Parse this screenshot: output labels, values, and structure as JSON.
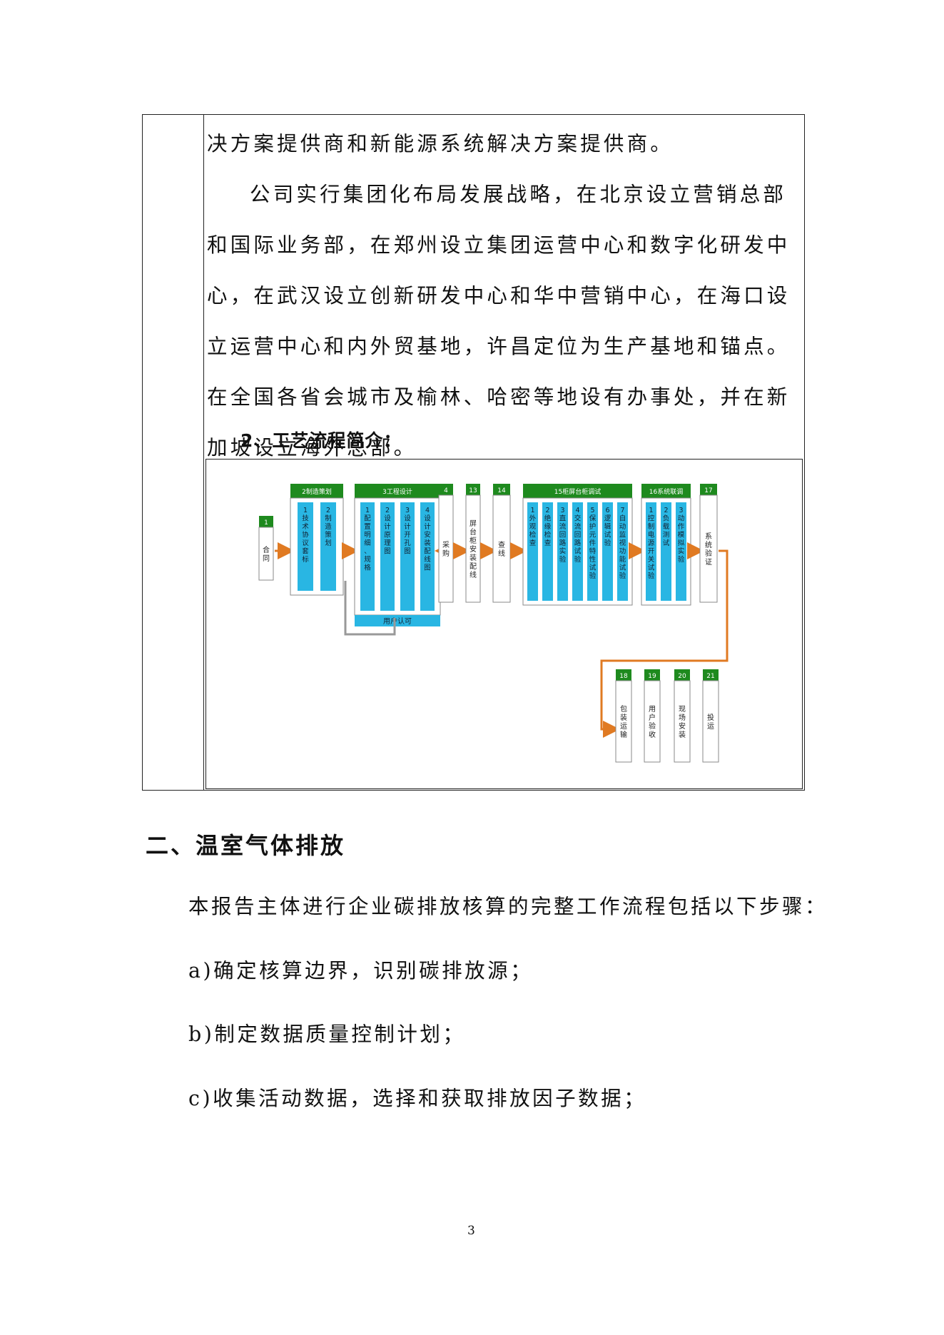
{
  "intro_table": {
    "continuation_line": "决方案提供商和新能源系统解决方案提供商。",
    "paragraph": "公司实行集团化布局发展战略，在北京设立营销总部和国际业务部，在郑州设立集团运营中心和数字化研发中心，在武汉设立创新研发中心和华中营销中心，在海口设立运营中心和内外贸基地，许昌定位为生产基地和锚点。在全国各省会城市及榆林、哈密等地设有办事处，并在新加坡设立海外总部。",
    "subheading": "2、工艺流程简介："
  },
  "flow": {
    "groups": [
      {
        "label": "2制造策划",
        "items": [
          "1技术协议套标",
          "2制造策划"
        ]
      },
      {
        "label": "3工程设计",
        "items": [
          "1配置明细、规格",
          "2设计原理图",
          "3设计开孔图",
          "4设计安装配线图"
        ],
        "footer": "用户认可"
      },
      {
        "label": "15柜屏台柜调试",
        "items": [
          "1外观检查",
          "2绝缘检查",
          "3直流回路实验",
          "4交流回路试验",
          "5保护元件特性试验",
          "6逻辑试验",
          "7自动监视功能试验"
        ]
      },
      {
        "label": "16系统联调",
        "items": [
          "1控制电源开关试验",
          "2负载测试",
          "3动作模拟实验"
        ]
      }
    ],
    "singles": [
      {
        "num": "1",
        "label": "合同"
      },
      {
        "num": "4",
        "label": "采购"
      },
      {
        "num": "13",
        "label": "屏台柜安装配线"
      },
      {
        "num": "14",
        "label": "查线"
      },
      {
        "num": "17",
        "label": "系统验证"
      },
      {
        "num": "18",
        "label": "包装运输"
      },
      {
        "num": "19",
        "label": "用户验收"
      },
      {
        "num": "20",
        "label": "现场安装"
      },
      {
        "num": "21",
        "label": "投运"
      }
    ],
    "colors": {
      "header": "#1e8a1e",
      "cell": "#29b6e3",
      "arrow": "#e07a22",
      "box_border": "#8a8a8a"
    }
  },
  "section": {
    "heading": "二、温室气体排放",
    "intro": "本报告主体进行企业碳排放核算的完整工作流程包括以下步骤：",
    "steps": [
      "a)确定核算边界，识别碳排放源；",
      "b)制定数据质量控制计划；",
      "c)收集活动数据，选择和获取排放因子数据；"
    ]
  },
  "page_number": "3"
}
